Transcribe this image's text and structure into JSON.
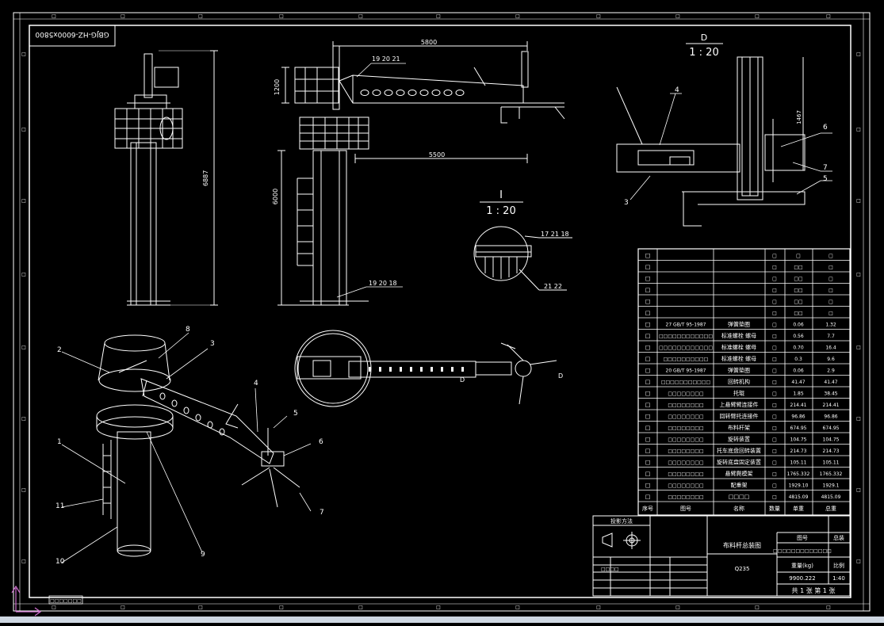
{
  "sheet": {
    "drawing_number": "GBJG-HZ-6000x5800",
    "bottom_stamp": "□□□□□□□",
    "zone_glyph": "□",
    "zone_glyph_right": "□"
  },
  "dims": {
    "d5800": "5800",
    "d5500": "5500",
    "d1200": "1200",
    "d6000": "6000",
    "d6887": "6887",
    "d1467": "1467"
  },
  "callouts": {
    "c19_20_21": "19  20  21",
    "c19_20_18": "19  20  18",
    "c17_21_18": "17  21  18",
    "c21_22": "21  22",
    "c4": "4",
    "c3": "3",
    "c6": "6",
    "c7": "7",
    "c5": "5"
  },
  "iso_callouts": [
    "1",
    "2",
    "8",
    "3",
    "4",
    "5",
    "6",
    "7",
    "11",
    "10",
    "9"
  ],
  "details": {
    "d": {
      "label": "D",
      "scale": "1 : 20"
    },
    "i": {
      "label": "I",
      "scale": "1 : 20"
    },
    "plan_d": "D"
  },
  "bom": {
    "header": [
      "序号",
      "图号",
      "名称",
      "数量",
      "单重",
      "总重"
    ],
    "rows": [
      [
        "□",
        "",
        "",
        "□",
        "□"
      ],
      [
        "□",
        "",
        "",
        "□□",
        "□"
      ],
      [
        "□",
        "",
        "",
        "□□",
        "□"
      ],
      [
        "□",
        "",
        "",
        "□□",
        "□"
      ],
      [
        "□",
        "",
        "",
        "□□",
        "□"
      ],
      [
        "□",
        "",
        "",
        "□□",
        "□"
      ],
      [
        "□",
        "27 GB/T 95-1987",
        "弹簧垫圈",
        "0.06",
        "1.32"
      ],
      [
        "□",
        "□□□□□□□□□□□□",
        "标准螺栓 螺母",
        "0.56",
        "7.7"
      ],
      [
        "□",
        "□□□□□□□□□□□□",
        "标准螺栓 螺母",
        "0.70",
        "16.4"
      ],
      [
        "□",
        "□□□□□□□□□□",
        "标准螺栓 螺母",
        "0.3",
        "9.6"
      ],
      [
        "□",
        "20 GB/T 95-1987",
        "弹簧垫圈",
        "0.06",
        "2.9"
      ],
      [
        "□",
        "□□□□□□□□□□□",
        "回转机构",
        "41.47",
        "41.47"
      ],
      [
        "□",
        "□□□□□□□□",
        "托辊",
        "1.85",
        "38.45"
      ],
      [
        "□",
        "□□□□□□□□",
        "上悬臂臂连接件",
        "214.41",
        "214.41"
      ],
      [
        "□",
        "□□□□□□□□",
        "回转臂托连接件",
        "96.86",
        "96.86"
      ],
      [
        "□",
        "□□□□□□□□",
        "布料杆架",
        "674.95",
        "674.95"
      ],
      [
        "□",
        "□□□□□□□□",
        "旋转装置",
        "104.75",
        "104.75"
      ],
      [
        "□",
        "□□□□□□□□",
        "托车底盘回转装置",
        "214.73",
        "214.73"
      ],
      [
        "□",
        "□□□□□□□□",
        "旋转底盘固定装置",
        "105.11",
        "105.11"
      ],
      [
        "□",
        "□□□□□□□□",
        "悬臂爬模架",
        "1765.332",
        "1765.332"
      ],
      [
        "□",
        "□□□□□□□□",
        "配重架",
        "1929.10",
        "1929.1"
      ],
      [
        "□",
        "□□□□□□□□",
        "□□□□",
        "4815.09",
        "4815.09"
      ]
    ]
  },
  "title_block": {
    "projection_label": "投影方法",
    "drawing_name": "布料杆总装图",
    "material": "Q235",
    "mark_label": "图号",
    "mark_value": "总装",
    "drawing_code": "□□□□□□□□□□□□□",
    "weight_label": "重量(kg)",
    "scale_label": "比例",
    "weight": "9900.222",
    "scale": "1:40",
    "sheet_info": "共 1 张  第 1 张",
    "rev_code": "□□□□"
  }
}
